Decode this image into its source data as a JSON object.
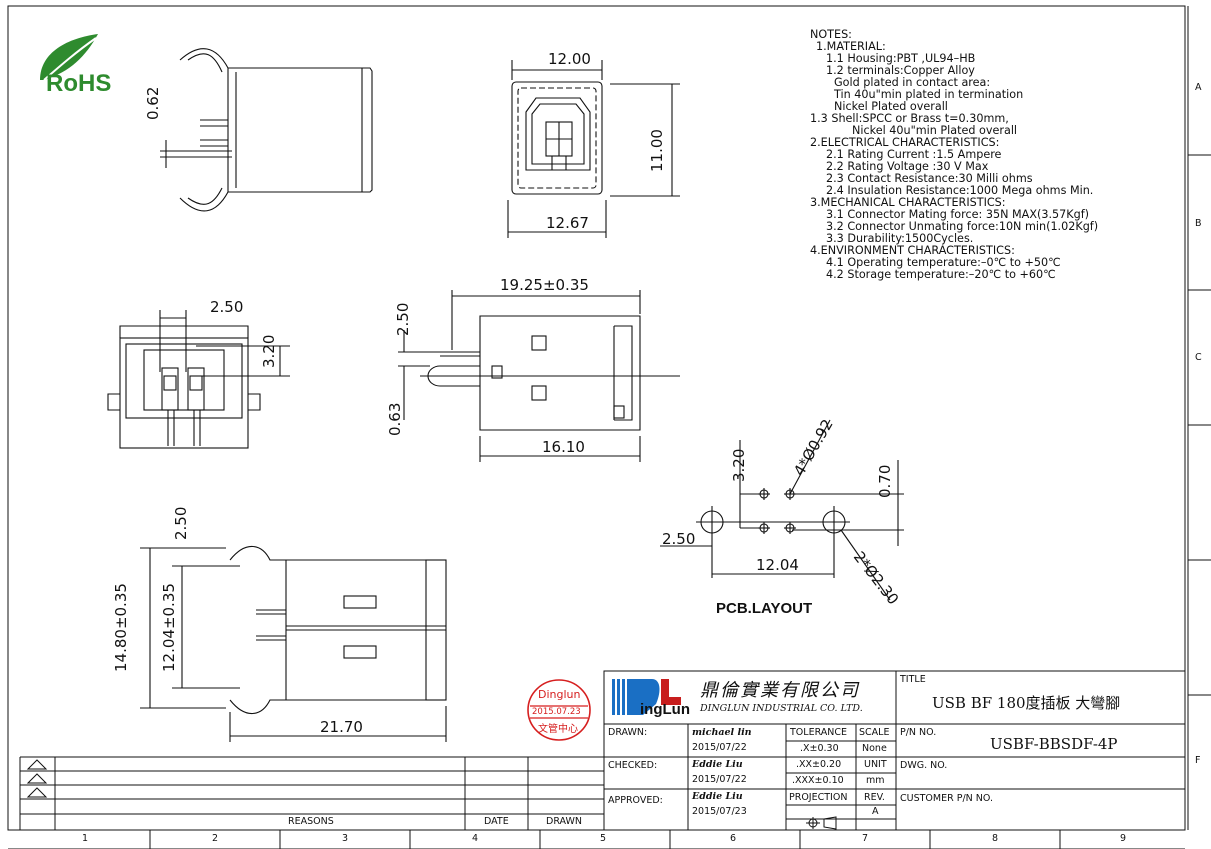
{
  "logo": {
    "rohs": "RoHS",
    "company_short": "ingLun"
  },
  "dims": {
    "d_12_00": "12.00",
    "d_11_00": "11.00",
    "d_12_67": "12.67",
    "d_0_62": "0.62",
    "d_2_50_front": "2.50",
    "d_3_20_front": "3.20",
    "d_19_25": "19.25±0.35",
    "d_2_50_side": "2.50",
    "d_0_63": "0.63",
    "d_16_10": "16.10",
    "d_2_50_bottom": "2.50",
    "d_14_80": "14.80±0.35",
    "d_12_04_bottom": "12.04±0.35",
    "d_21_70": "21.70",
    "pcb_3_20": "3.20",
    "pcb_4holes": "4*Ø0.92",
    "pcb_0_70": "0.70",
    "pcb_2_50": "2.50",
    "pcb_12_04": "12.04",
    "pcb_2holes": "2*Ø2.30",
    "pcb_title": "PCB.LAYOUT"
  },
  "notes": [
    "NOTES:",
    "1.MATERIAL:",
    "1.1  Housing:PBT ,UL94–HB",
    "1.2  terminals:Copper Alloy",
    "Gold  plated  in  contact  area:",
    "Tin  40u\"min  plated  in  termination",
    "Nickel  Plated  overall",
    "1.3  Shell:SPCC or Brass t=0.30mm,",
    "Nickel  40u\"min  Plated  overall",
    "2.ELECTRICAL  CHARACTERISTICS:",
    "2.1  Rating  Current  :1.5  Ampere",
    "2.2  Rating  Voltage  :30  V  Max",
    "2.3  Contact  Resistance:30  Milli  ohms",
    "2.4  Insulation  Resistance:1000  Mega  ohms  Min.",
    "3.MECHANICAL  CHARACTERISTICS:",
    "3.1  Connector  Mating  force: 35N  MAX(3.57Kgf)",
    "3.2  Connector  Unmating  force:10N  min(1.02Kgf)",
    "3.3  Durability:1500Cycles.",
    "4.ENVIRONMENT  CHARACTERISTICS:",
    "4.1  Operating  temperature:–0℃  to  +50℃",
    "4.2  Storage  temperature:–20℃  to  +60℃"
  ],
  "stamp": {
    "name": "Dinglun",
    "date": "2015.07.23",
    "dept": "文管中心"
  },
  "titleblock": {
    "company_cn": "鼎倫實業有限公司",
    "company_en": "DINGLUN INDUSTRIAL CO. LTD.",
    "title_label": "TITLE",
    "title_value": "USB BF 180度插板 大彎腳",
    "drawn_label": "DRAWN:",
    "drawn_name": "michael lin",
    "drawn_date": "2015/07/22",
    "checked_label": "CHECKED:",
    "checked_name": "Eddie Liu",
    "checked_date": "2015/07/22",
    "approved_label": "APPROVED:",
    "approved_name": "Eddie Liu",
    "approved_date": "2015/07/23",
    "tolerance_label": "TOLERANCE",
    "tol1": ".X±0.30",
    "tol2": ".XX±0.20",
    "tol3": ".XXX±0.10",
    "projection_label": "PROJECTION",
    "scale_label": "SCALE",
    "scale_value": "None",
    "unit_label": "UNIT",
    "unit_value": "mm",
    "rev_label": "REV.",
    "rev_value": "A",
    "pn_label": "P/N NO.",
    "pn_value": "USBF-BBSDF-4P",
    "dwg_label": "DWG. NO.",
    "customer_label": "CUSTOMER P/N NO."
  },
  "revisions": {
    "reasons": "REASONS",
    "date": "DATE",
    "drawn": "DRAWN"
  },
  "grid": {
    "cols": [
      "1",
      "2",
      "3",
      "4",
      "5",
      "6",
      "7",
      "8",
      "9"
    ],
    "rows": [
      "A",
      "B",
      "C",
      "F"
    ]
  }
}
